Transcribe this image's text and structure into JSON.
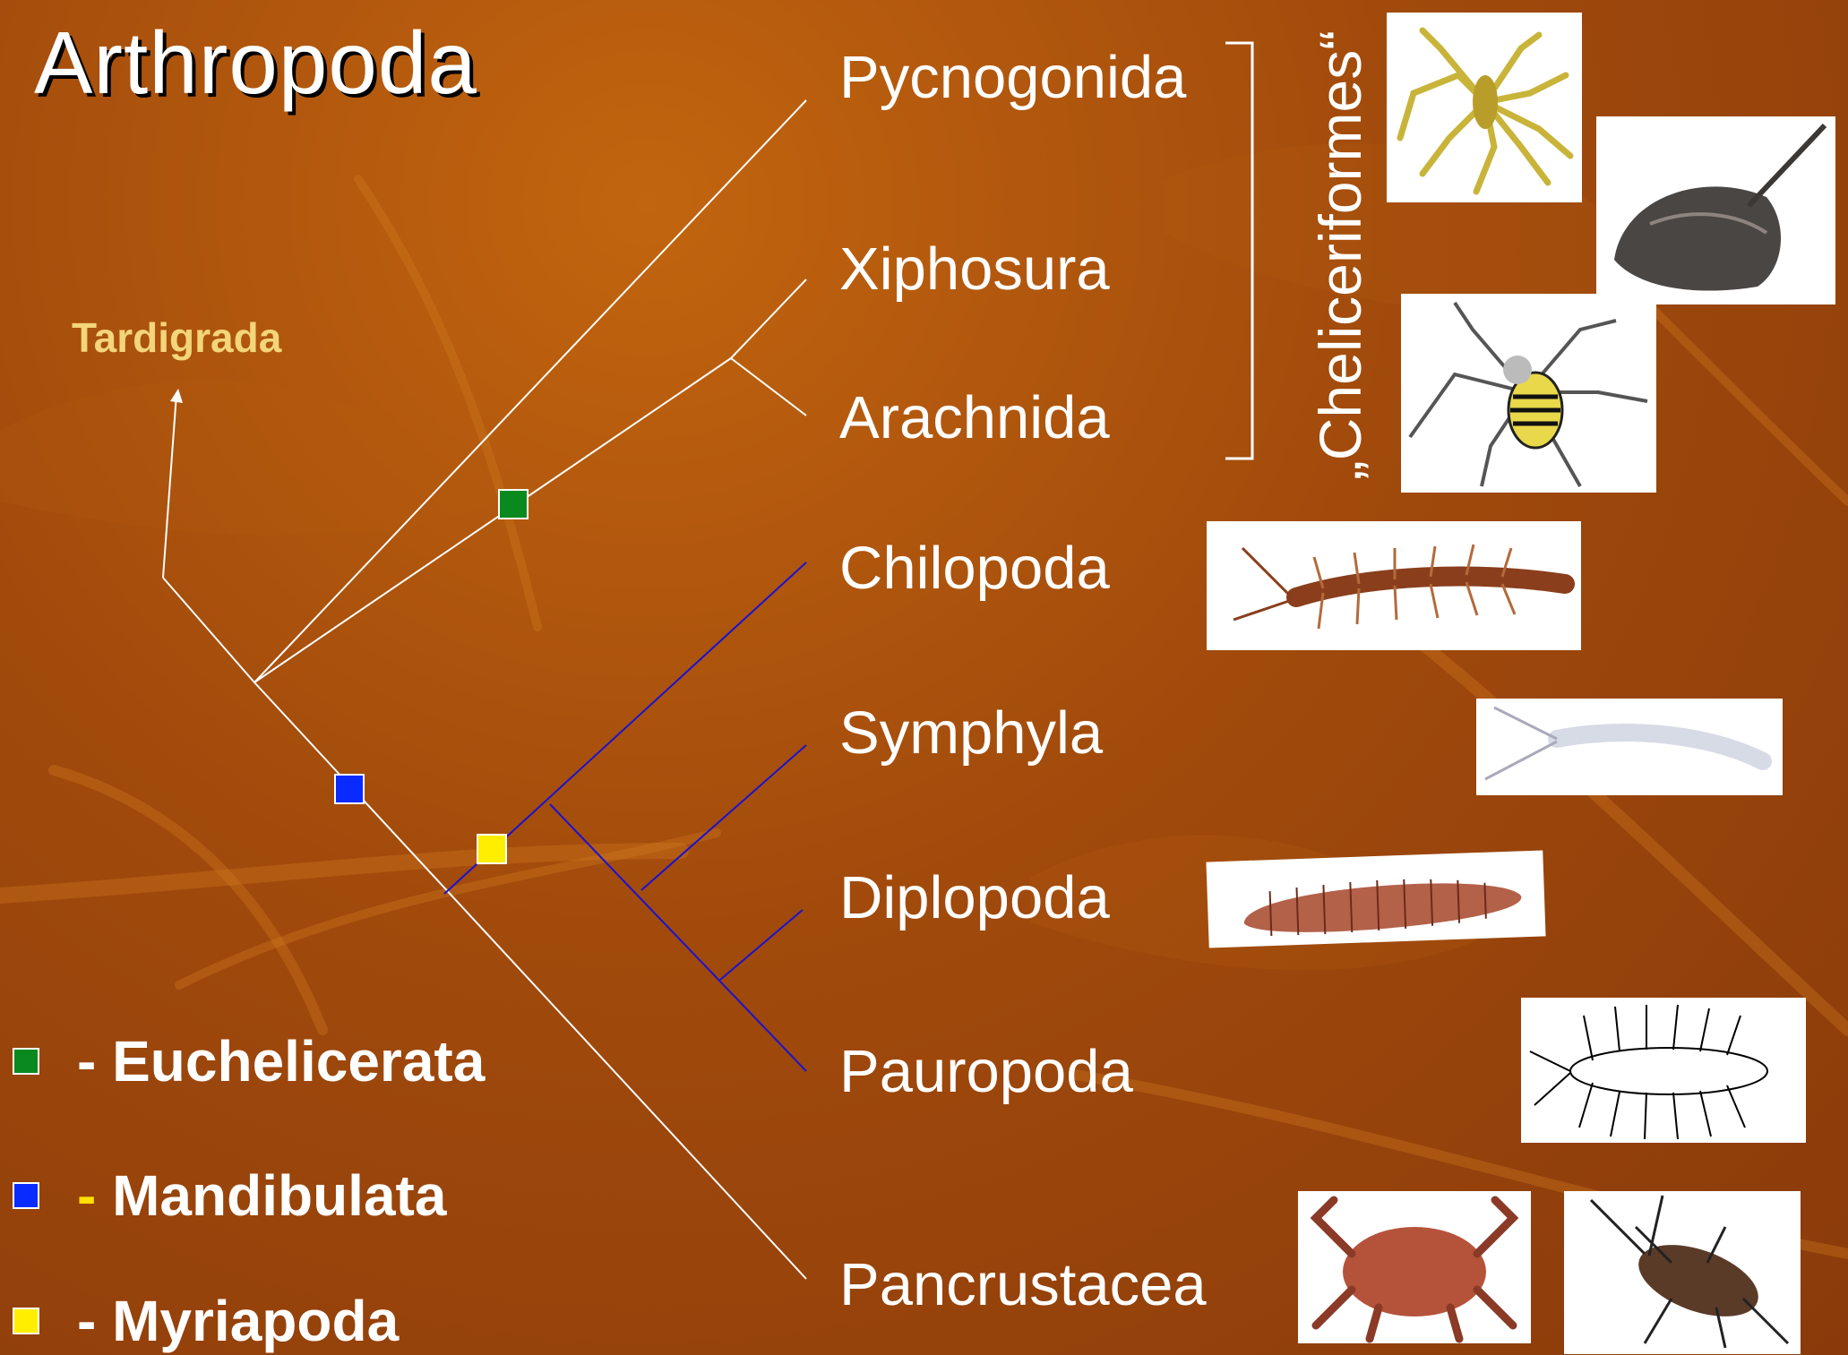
{
  "title": "Arthropoda",
  "outgroup": "Tardigrada",
  "taxa": [
    {
      "name": "Pycnogonida"
    },
    {
      "name": "Xiphosura"
    },
    {
      "name": "Arachnida"
    },
    {
      "name": "Chilopoda"
    },
    {
      "name": "Symphyla"
    },
    {
      "name": "Diplopoda"
    },
    {
      "name": "Pauropoda"
    },
    {
      "name": "Pancrustacea"
    }
  ],
  "bracket_label": "„Cheliceriformes“",
  "legend": [
    {
      "dash": "- ",
      "label": "Euchelicerata",
      "color": "#0a8a1e",
      "dash_color": "#ffffff"
    },
    {
      "dash": "- ",
      "label": "Mandibulata",
      "color": "#0a2bff",
      "dash_color": "#ffe100"
    },
    {
      "dash": "- ",
      "label": "Myriapoda",
      "color": "#ffee00",
      "dash_color": "#ffffff"
    }
  ],
  "colors": {
    "chelicerate_branches": "#ffffff",
    "myriapod_branches": "#1a12d0",
    "outgroup_label": "#f3d57a"
  },
  "images": [
    {
      "icon": "sea-spider-photo"
    },
    {
      "icon": "horseshoe-crab-photo"
    },
    {
      "icon": "spider-photo"
    },
    {
      "icon": "centipede-photo"
    },
    {
      "icon": "symphylan-photo"
    },
    {
      "icon": "millipede-photo"
    },
    {
      "icon": "pauropod-drawing"
    },
    {
      "icon": "crab-photo"
    },
    {
      "icon": "insect-photo"
    }
  ]
}
